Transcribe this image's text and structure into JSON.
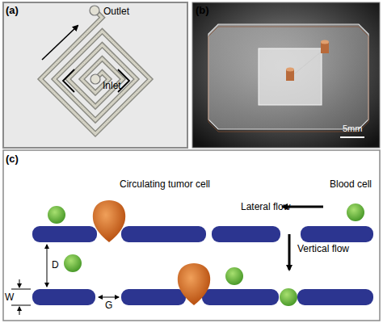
{
  "diagram": {
    "labels": [
      "(a)",
      "Outlet",
      "Inlet",
      "(b)",
      "5mm",
      "(c)",
      "Circulating tumor cell",
      "Blood cell",
      "Lateral flow",
      "Vertical flow",
      "D",
      "W",
      "G"
    ]
  }
}
